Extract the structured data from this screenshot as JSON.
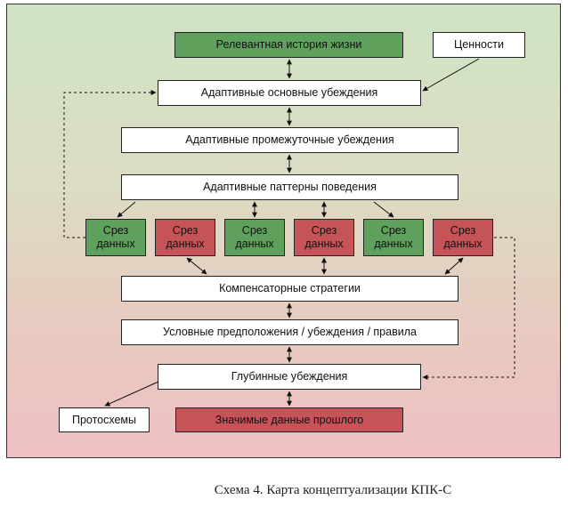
{
  "diagram": {
    "relevant_history": "Релевантная история жизни",
    "values": "Ценности",
    "adaptive_core_beliefs": "Адаптивные основные убеждения",
    "adaptive_intermediate_beliefs": "Адаптивные промежуточные убеждения",
    "adaptive_behavior_patterns": "Адаптивные паттерны поведения",
    "data_slices": [
      {
        "label": "Срез данных",
        "color": "#5fa05c"
      },
      {
        "label": "Срез данных",
        "color": "#c65358"
      },
      {
        "label": "Срез данных",
        "color": "#5fa05c"
      },
      {
        "label": "Срез данных",
        "color": "#c65358"
      },
      {
        "label": "Срез данных",
        "color": "#5fa05c"
      },
      {
        "label": "Срез данных",
        "color": "#c65358"
      }
    ],
    "compensatory_strategies": "Компенсаторные стратегии",
    "conditional_assumptions": "Условные предположения / убеждения / правила",
    "core_beliefs": "Глубинные убеждения",
    "protoschemas": "Протосхемы",
    "significant_past_data": "Значимые данные прошлого"
  },
  "caption": "Схема 4. Карта концептуализации КПК-С"
}
